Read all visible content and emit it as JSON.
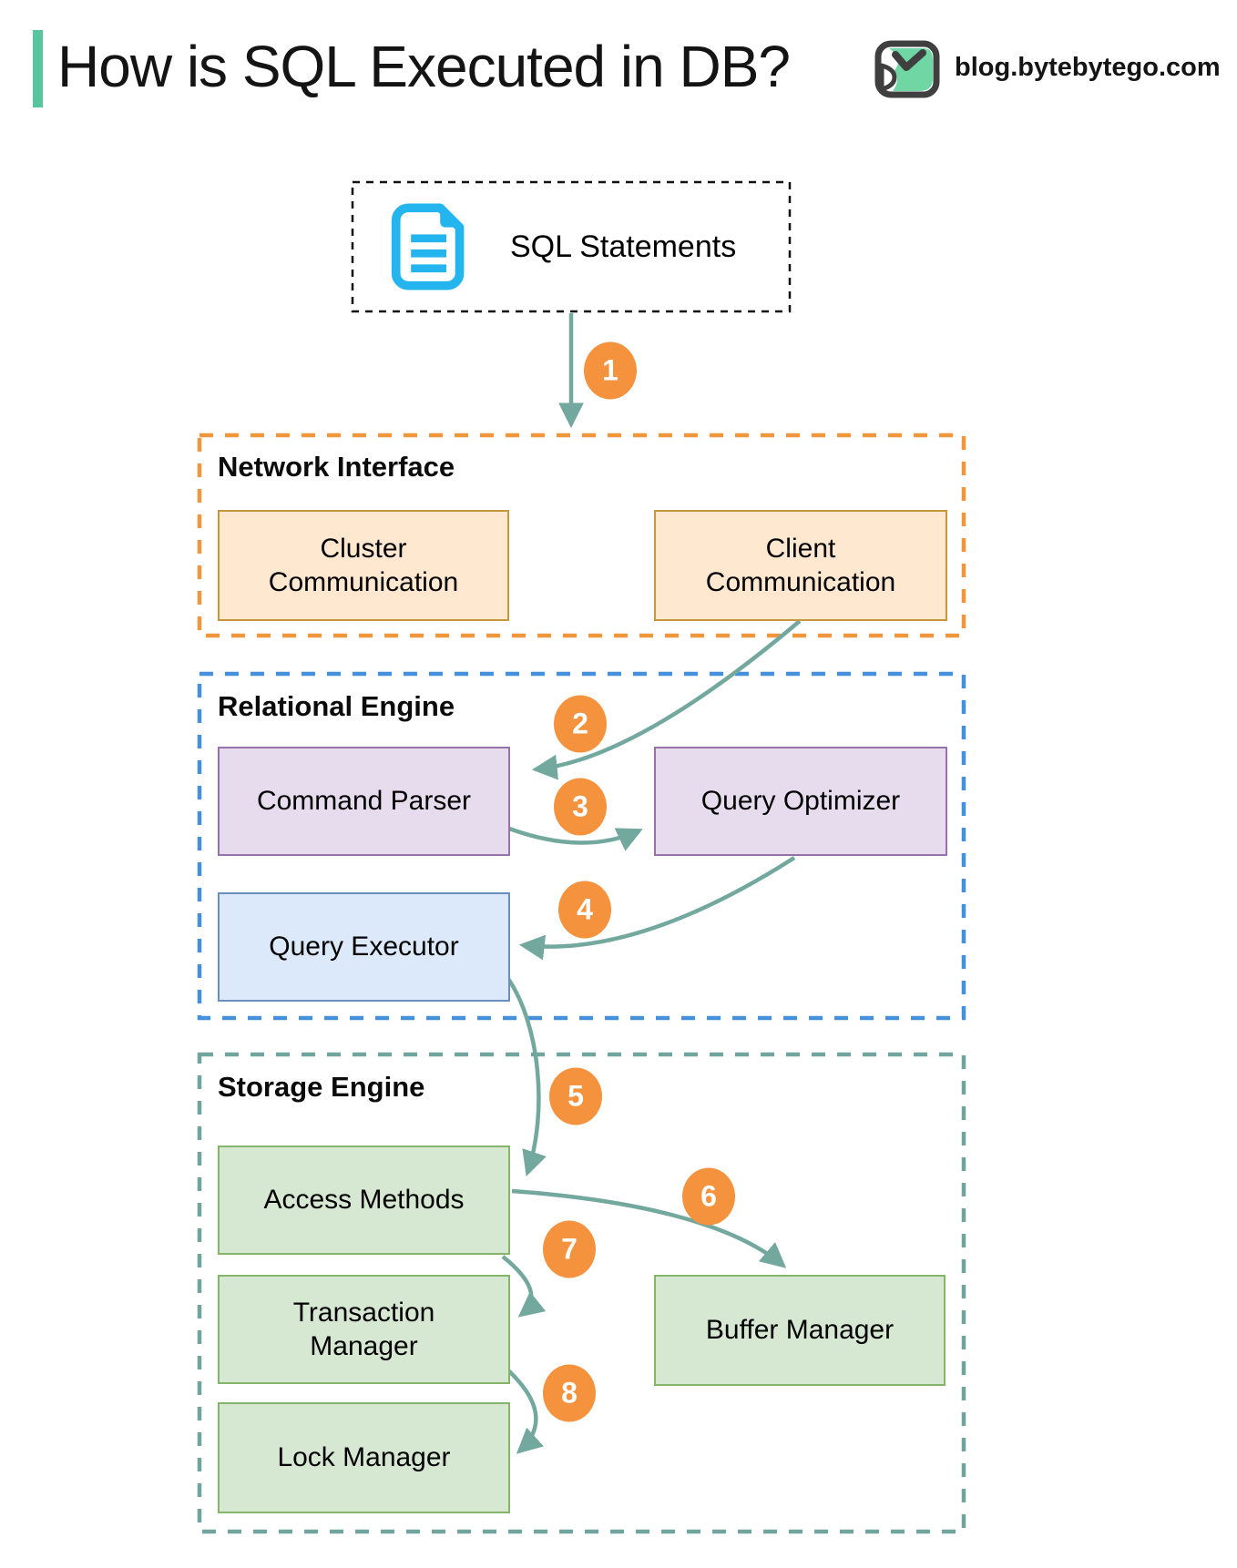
{
  "header": {
    "title": "How is SQL Executed in DB?",
    "brand": "blog.bytebytego.com"
  },
  "source": {
    "label": "SQL Statements",
    "icon": "document-icon"
  },
  "sections": {
    "network": {
      "title": "Network Interface",
      "boxes": {
        "cluster": "Cluster\nCommunication",
        "client": "Client\nCommunication"
      }
    },
    "relational": {
      "title": "Relational Engine",
      "boxes": {
        "command_parser": "Command Parser",
        "query_optimizer": "Query Optimizer",
        "query_executor": "Query Executor"
      }
    },
    "storage": {
      "title": "Storage Engine",
      "boxes": {
        "access_methods": "Access Methods",
        "transaction_manager": "Transaction\nManager",
        "lock_manager": "Lock Manager",
        "buffer_manager": "Buffer Manager"
      }
    }
  },
  "flows": [
    {
      "step": "1",
      "from": "SQL Statements",
      "to": "Network Interface"
    },
    {
      "step": "2",
      "from": "Client Communication",
      "to": "Command Parser"
    },
    {
      "step": "3",
      "from": "Command Parser",
      "to": "Query Optimizer"
    },
    {
      "step": "4",
      "from": "Query Optimizer",
      "to": "Query Executor"
    },
    {
      "step": "5",
      "from": "Query Executor",
      "to": "Access Methods"
    },
    {
      "step": "6",
      "from": "Access Methods",
      "to": "Buffer Manager"
    },
    {
      "step": "7",
      "from": "Access Methods",
      "to": "Transaction Manager"
    },
    {
      "step": "8",
      "from": "Transaction Manager",
      "to": "Lock Manager"
    }
  ],
  "colors": {
    "accent_mint": "#57C69C",
    "arrow_teal": "#73A89F",
    "badge_orange": "#F5923E",
    "network_dash": "#F0963D",
    "relational_dash": "#4590DC",
    "storage_dash": "#6FA59D",
    "source_dash": "#111111",
    "doc_icon_cyan": "#25B5EE",
    "orange_fill": "#FFE8CF",
    "orange_border": "#C7973B",
    "purple_fill": "#E6DCEE",
    "purple_border": "#9673A6",
    "blue_fill": "#DCE9FA",
    "blue_border": "#6C8EBF",
    "green_fill": "#D7E8D2",
    "green_border": "#84B56A"
  }
}
